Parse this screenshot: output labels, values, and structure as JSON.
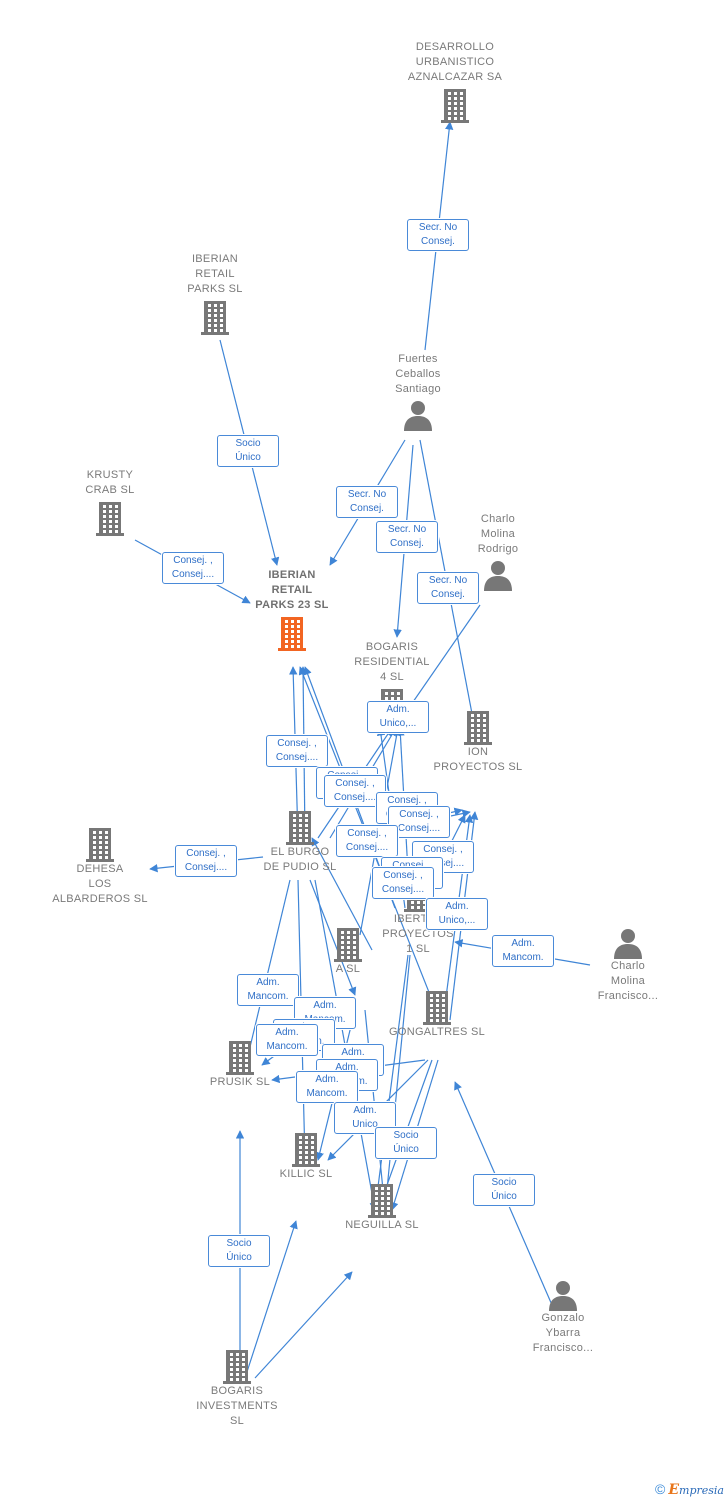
{
  "colors": {
    "edge": "#3f85d6",
    "building": "#777777",
    "focus": "#f26522",
    "person": "#777777",
    "label": "#2f6fc7"
  },
  "nodes": [
    {
      "id": "desarrollo",
      "type": "building",
      "lines": [
        "DESARROLLO",
        "URBANISTICO",
        "AZNALCAZAR SA"
      ]
    },
    {
      "id": "iberian_retail",
      "type": "building",
      "lines": [
        "IBERIAN",
        "RETAIL",
        "PARKS  SL"
      ]
    },
    {
      "id": "fuertes",
      "type": "person",
      "lines": [
        "Fuertes",
        "Ceballos",
        "Santiago"
      ]
    },
    {
      "id": "krusty",
      "type": "building",
      "lines": [
        "KRUSTY",
        "CRAB  SL"
      ]
    },
    {
      "id": "charlo_rodrigo",
      "type": "person",
      "lines": [
        "Charlo",
        "Molina",
        "Rodrigo"
      ]
    },
    {
      "id": "iberian23",
      "type": "focus",
      "lines": [
        "IBERIAN",
        "RETAIL",
        "PARKS 23  SL"
      ]
    },
    {
      "id": "bogaris_res4",
      "type": "building",
      "lines": [
        "BOGARIS",
        "RESIDENTIAL",
        "4 SL"
      ]
    },
    {
      "id": "ion",
      "type": "building",
      "lines": [
        "ION",
        "PROYECTOS SL"
      ]
    },
    {
      "id": "dehesa",
      "type": "building",
      "lines": [
        "DEHESA",
        "LOS",
        "ALBARDEROS SL"
      ]
    },
    {
      "id": "elburgo",
      "type": "building",
      "lines": [
        "EL BURGO",
        "DE PUDIO SL"
      ]
    },
    {
      "id": "ibertas",
      "type": "building",
      "lines": [
        "IBERTAS",
        "PROYECTOS",
        "1 SL"
      ]
    },
    {
      "id": "charlo_francisco",
      "type": "person",
      "lines": [
        "Charlo",
        "Molina",
        "Francisco..."
      ]
    },
    {
      "id": "hidden_a",
      "type": "building",
      "lines": [
        "A  SL"
      ]
    },
    {
      "id": "gongaltres",
      "type": "building",
      "lines": [
        "GONGALTRES SL"
      ]
    },
    {
      "id": "prusik",
      "type": "building",
      "lines": [
        "PRUSIK SL"
      ]
    },
    {
      "id": "killic",
      "type": "building",
      "lines": [
        "KILLIC SL"
      ]
    },
    {
      "id": "neguilla",
      "type": "building",
      "lines": [
        "NEGUILLA SL"
      ]
    },
    {
      "id": "gonzalo",
      "type": "person",
      "lines": [
        "Gonzalo",
        "Ybarra",
        "Francisco..."
      ]
    },
    {
      "id": "bogaris_inv",
      "type": "building",
      "lines": [
        "BOGARIS",
        "INVESTMENTS",
        "SL"
      ]
    }
  ],
  "edge_labels": [
    [
      "Secr.  No",
      "Consej."
    ],
    [
      "Socio",
      "Único"
    ],
    [
      "Secr.  No",
      "Consej."
    ],
    [
      "Secr.  No",
      "Consej."
    ],
    [
      "Consej. ,",
      "Consej...."
    ],
    [
      "Secr.  No",
      "Consej."
    ],
    [
      "Adm.",
      "Unico,..."
    ],
    [
      "Consej. ,",
      "Consej...."
    ],
    [
      "Consej. ,",
      "Consej...."
    ],
    [
      "Consej. ,",
      "Consej...."
    ],
    [
      "Consej. ,",
      "Consej...."
    ],
    [
      "Consej. ,",
      "Consej...."
    ],
    [
      "Consej. ,",
      "Consej...."
    ],
    [
      "Consej. ,",
      "Consej...."
    ],
    [
      "Consej. ,",
      "Consej...."
    ],
    [
      "Consej. ,",
      "Consej...."
    ],
    [
      "Consej. ,",
      "Consej...."
    ],
    [
      "Adm.",
      "Unico,..."
    ],
    [
      "Adm.",
      "Mancom."
    ],
    [
      "Adm.",
      "Mancom."
    ],
    [
      "Adm.",
      "Mancom."
    ],
    [
      "Adm.",
      "Mancom."
    ],
    [
      "Adm.",
      "Mancom."
    ],
    [
      "Adm.",
      "Mancom."
    ],
    [
      "Adm.",
      "Mancom."
    ],
    [
      "Adm.",
      "Mancom."
    ],
    [
      "Adm.",
      "Unico"
    ],
    [
      "Socio",
      "Único"
    ],
    [
      "Socio",
      "Único"
    ],
    [
      "Socio",
      "Único"
    ]
  ],
  "footer": {
    "copyright": "©",
    "brand_first": "E",
    "brand_rest": "mpresia"
  }
}
